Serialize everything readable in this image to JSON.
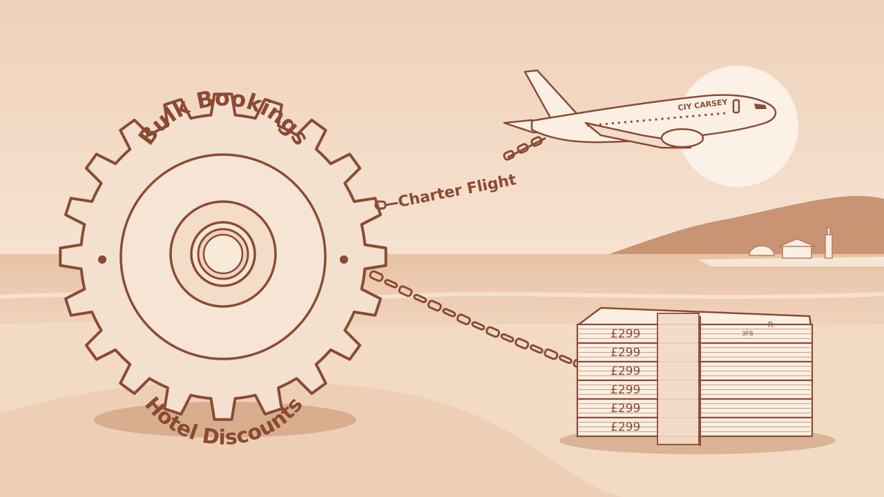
{
  "gear": {
    "top_label": "Bulk Bookings",
    "bottom_label": "Hotel Discounts"
  },
  "chain_tag": {
    "label": "Charter Flight"
  },
  "airplane": {
    "livery_text": "CIY CARSEY"
  },
  "money_stack": {
    "price_labels": [
      "£299",
      "£299",
      "£299",
      "£299",
      "£299",
      "£299"
    ],
    "band_mark": "R",
    "band_code": "3F8"
  },
  "colors": {
    "ink": "#8a4a34",
    "sand": "#f3dcc6",
    "sky_top": "#f0d4bd",
    "sea": "#e9c6aa",
    "hill": "#c8906f",
    "sun": "#fbf0e4",
    "paper": "#fbefe3"
  }
}
